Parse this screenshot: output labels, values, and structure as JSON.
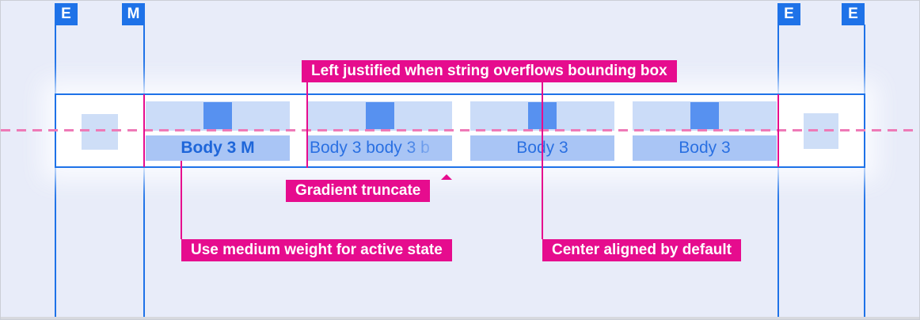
{
  "spec": {
    "badges": [
      {
        "id": "edge-left",
        "label": "E"
      },
      {
        "id": "margin-left",
        "label": "M"
      },
      {
        "id": "edge-right-inner",
        "label": "E"
      },
      {
        "id": "edge-right-outer",
        "label": "E"
      }
    ],
    "annotations": {
      "left_justified": "Left justified when string overflows bounding box",
      "gradient_truncate": "Gradient truncate",
      "medium_weight": "Use medium weight for active state",
      "center_aligned": "Center aligned by default"
    },
    "colors": {
      "background": "#E8ECF9",
      "guide_blue": "#1E72E8",
      "callout_pink": "#E60C8E",
      "dashed_pink": "#EE7AB7",
      "tab_header_fill": "#CBDCF8",
      "tab_label_fill": "#A9C5F5",
      "tab_marker_fill": "#5791F0",
      "tab_text_blue": "#2A70E2",
      "active_tab_text_blue": "#1E66D9",
      "bar_fill": "#FFFFFF"
    }
  },
  "tabs": [
    {
      "label": "Body 3 M",
      "weight": "medium",
      "align": "center",
      "truncate": false,
      "active": true
    },
    {
      "label": "Body 3 body 3 b",
      "weight": "regular",
      "align": "left",
      "truncate": true,
      "active": false
    },
    {
      "label": "Body 3",
      "weight": "regular",
      "align": "center",
      "truncate": false,
      "active": false
    },
    {
      "label": "Body 3",
      "weight": "regular",
      "align": "center",
      "truncate": false,
      "active": false
    }
  ]
}
